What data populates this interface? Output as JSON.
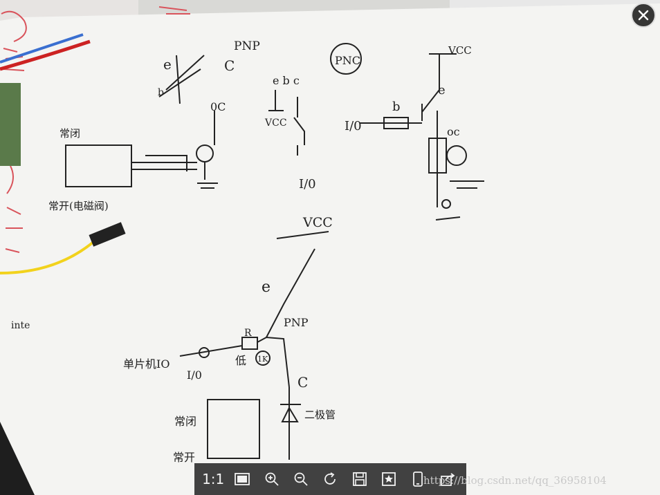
{
  "viewer": {
    "close_icon": "close-icon",
    "toolbar": [
      {
        "id": "actual-size",
        "label": "1:1",
        "icon": "text"
      },
      {
        "id": "fit-screen",
        "icon": "fit-screen-icon"
      },
      {
        "id": "zoom-in",
        "icon": "zoom-in-icon"
      },
      {
        "id": "zoom-out",
        "icon": "zoom-out-icon"
      },
      {
        "id": "rotate",
        "icon": "rotate-icon"
      },
      {
        "id": "save",
        "icon": "save-icon"
      },
      {
        "id": "favorite",
        "icon": "star-bookmark-icon"
      },
      {
        "id": "phone",
        "icon": "phone-icon"
      },
      {
        "id": "share",
        "icon": "share-icon"
      }
    ],
    "watermark": "https://blog.csdn.net/qq_36958104"
  },
  "sketch": {
    "top_left": {
      "pnp": "PNP",
      "e": "e",
      "c": "C",
      "b": "b",
      "zero_c": "0C",
      "normally_closed": "常闭",
      "normally_open": "常开(电磁阀)"
    },
    "top_mid": {
      "pnc": "PNC",
      "pins": "e b c",
      "vcc": "VCC",
      "io": "I/0"
    },
    "top_right": {
      "vcc": "VCC",
      "e": "e",
      "b": "b",
      "io": "I/0",
      "oc": "oc"
    },
    "bottom": {
      "vcc": "VCC",
      "e": "e",
      "pnp": "PNP",
      "r": "R",
      "mcu": "单片机IO",
      "io": "I/0",
      "low": "低",
      "1k": "1K",
      "c": "C",
      "diode": "二极管",
      "normally_closed": "常闭",
      "normally_open": "常开"
    },
    "edge": {
      "inte": "inte"
    }
  }
}
